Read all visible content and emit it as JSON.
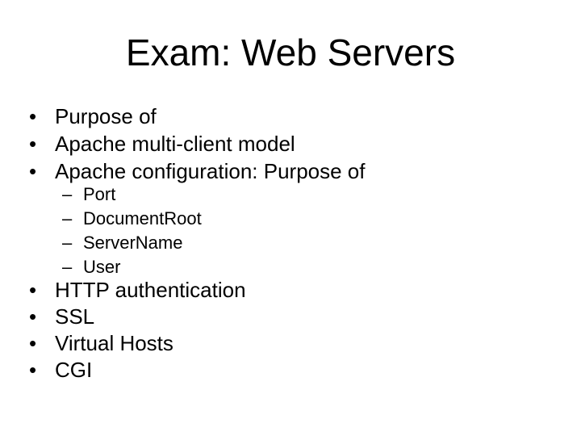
{
  "slide": {
    "title": "Exam: Web Servers",
    "markers": {
      "level1": "•",
      "level2": "–"
    },
    "bullets_group1": [
      "Purpose of",
      "Apache multi-client model",
      "Apache configuration: Purpose of"
    ],
    "sub_bullets": [
      "Port",
      "DocumentRoot",
      "ServerName",
      "User"
    ],
    "bullets_group2": [
      "HTTP authentication",
      "SSL",
      "Virtual Hosts",
      "CGI"
    ],
    "colors": {
      "background": "#ffffff",
      "text": "#000000"
    }
  }
}
